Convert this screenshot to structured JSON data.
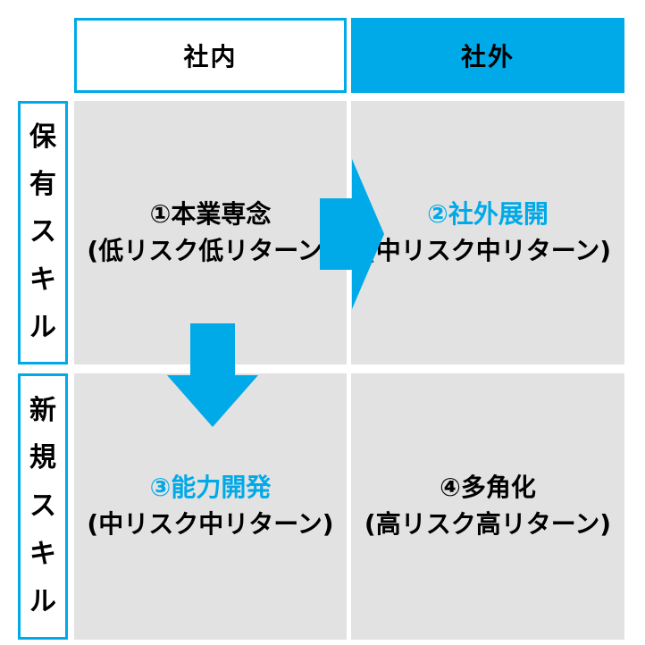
{
  "columns": {
    "left": {
      "label": "社内"
    },
    "right": {
      "label": "社外"
    }
  },
  "rows": {
    "top": {
      "chars": [
        "保",
        "有",
        "ス",
        "キ",
        "ル"
      ]
    },
    "bottom": {
      "chars": [
        "新",
        "規",
        "ス",
        "キ",
        "ル"
      ]
    }
  },
  "cells": {
    "q1": {
      "title": "①本業専念",
      "subtitle": "(低リスク低リターン)"
    },
    "q2": {
      "title": "②社外展開",
      "subtitle": "(中リスク中リターン)"
    },
    "q3": {
      "title": "③能力開発",
      "subtitle": "(中リスク中リターン)"
    },
    "q4": {
      "title": "④多角化",
      "subtitle": "(高リスク高リターン)"
    }
  },
  "colors": {
    "accent": "#00a9e8",
    "cell_bg": "#e2e2e2",
    "text": "#000000"
  }
}
